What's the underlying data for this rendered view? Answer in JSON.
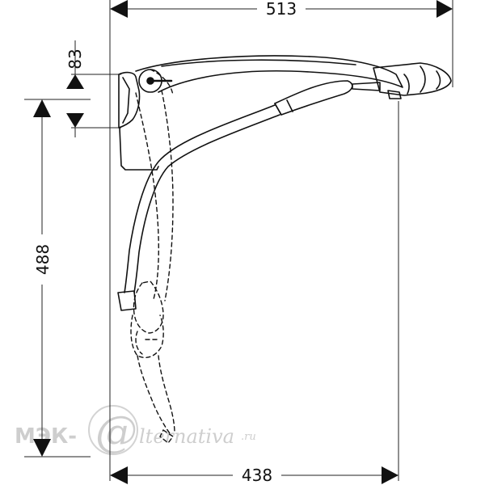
{
  "dimensions": {
    "overall_width": "513",
    "mount_height": "83",
    "vertical_height": "488",
    "projection_width": "438"
  },
  "watermark": {
    "brand_left": "МЭК-",
    "brand_right": "lternativa",
    "brand_tld": ".ru"
  }
}
